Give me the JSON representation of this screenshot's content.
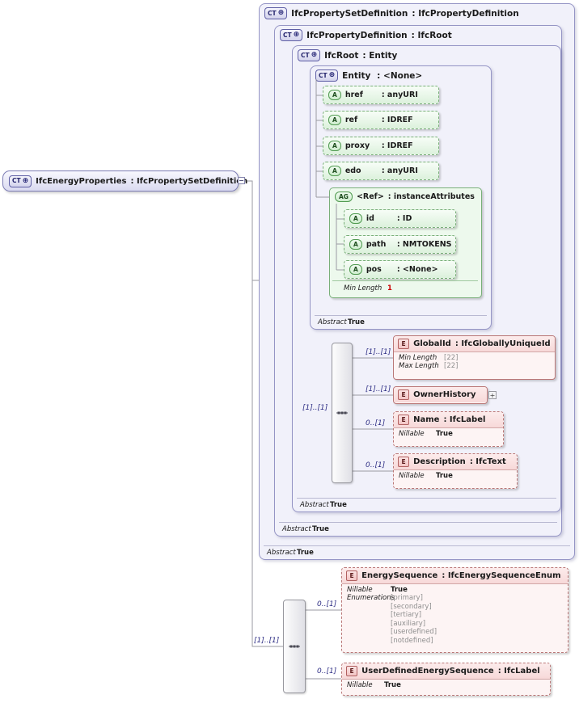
{
  "root_element": {
    "badge": "CT",
    "plus": "⊕",
    "name": "IfcEnergyProperties",
    "type_label": ": IfcPropertySetDefinition"
  },
  "type_boxes": {
    "property_set_definition": {
      "badge": "CT",
      "plus": "⊕",
      "name": "IfcPropertySetDefinition",
      "type_label": ": IfcPropertyDefinition",
      "abstract_label": "Abstract",
      "abstract_value": "True"
    },
    "property_definition": {
      "badge": "CT",
      "plus": "⊕",
      "name": "IfcPropertyDefinition",
      "type_label": ": IfcRoot",
      "abstract_label": "Abstract",
      "abstract_value": "True"
    },
    "ifc_root": {
      "badge": "CT",
      "plus": "⊕",
      "name": "IfcRoot",
      "type_label": ": Entity",
      "abstract_label": "Abstract",
      "abstract_value": "True"
    },
    "entity": {
      "badge": "CT",
      "plus": "⊕",
      "name": "Entity",
      "type_label": ": <None>",
      "abstract_label": "Abstract",
      "abstract_value": "True"
    }
  },
  "entity_attributes": [
    {
      "badge": "A",
      "name": "href",
      "type_label": ": anyURI"
    },
    {
      "badge": "A",
      "name": "ref",
      "type_label": ": IDREF"
    },
    {
      "badge": "A",
      "name": "proxy",
      "type_label": ": IDREF"
    },
    {
      "badge": "A",
      "name": "edo",
      "type_label": ": anyURI"
    }
  ],
  "attribute_group": {
    "badge": "AG",
    "name": "<Ref>",
    "type_label": ": instanceAttributes",
    "attributes": [
      {
        "badge": "A",
        "name": "id",
        "type_label": ": ID"
      },
      {
        "badge": "A",
        "name": "path",
        "type_label": ": NMTOKENS"
      },
      {
        "badge": "A",
        "name": "pos",
        "type_label": ": <None>"
      }
    ],
    "facet": {
      "label": "Min Length",
      "value": "1"
    }
  },
  "ifcroot_sequence": {
    "cardinality": "[1]..[1]",
    "children": [
      {
        "cardinality": "[1]..[1]",
        "badge": "E",
        "name": "GlobalId",
        "type_label": ": IfcGloballyUniqueId",
        "facets": [
          {
            "label": "Min Length",
            "value": "[22]"
          },
          {
            "label": "Max Length",
            "value": "[22]"
          }
        ]
      },
      {
        "cardinality": "[1]..[1]",
        "badge": "E",
        "name": "OwnerHistory",
        "type_label": "",
        "expand_glyph": "+"
      },
      {
        "cardinality": "0..[1]",
        "badge": "E",
        "name": "Name",
        "type_label": ": IfcLabel",
        "facets": [
          {
            "label": "Nillable",
            "value": "True"
          }
        ]
      },
      {
        "cardinality": "0..[1]",
        "badge": "E",
        "name": "Description",
        "type_label": ": IfcText",
        "facets": [
          {
            "label": "Nillable",
            "value": "True"
          }
        ]
      }
    ]
  },
  "content_sequence": {
    "cardinality": "[1]..[1]",
    "children": [
      {
        "cardinality": "0..[1]",
        "badge": "E",
        "name": "EnergySequence",
        "type_label": ": IfcEnergySequenceEnum",
        "nillable_label": "Nillable",
        "nillable_value": "True",
        "enumerations_label": "Enumerations",
        "enumerations": [
          "[primary]",
          "[secondary]",
          "[tertiary]",
          "[auxiliary]",
          "[userdefined]",
          "[notdefined]"
        ]
      },
      {
        "cardinality": "0..[1]",
        "badge": "E",
        "name": "UserDefinedEnergySequence",
        "type_label": ": IfcLabel",
        "nillable_label": "Nillable",
        "nillable_value": "True"
      }
    ]
  }
}
